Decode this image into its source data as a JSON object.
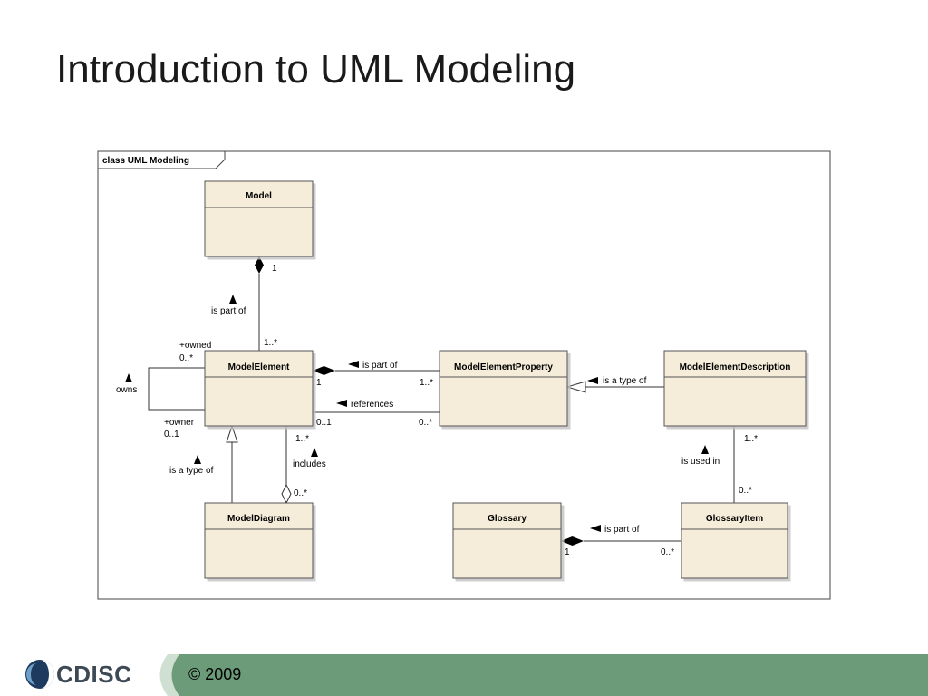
{
  "slide": {
    "title": "Introduction to UML Modeling"
  },
  "diagram": {
    "frame_label": "class UML Modeling",
    "colors": {
      "class_fill": "#f5ecd9",
      "border": "#555555",
      "shadow": "#b0b0b0"
    },
    "classes": [
      {
        "id": "model",
        "name": "Model"
      },
      {
        "id": "model-element",
        "name": "ModelElement"
      },
      {
        "id": "model-element-property",
        "name": "ModelElementProperty"
      },
      {
        "id": "model-element-description",
        "name": "ModelElementDescription"
      },
      {
        "id": "model-diagram",
        "name": "ModelDiagram"
      },
      {
        "id": "glossary",
        "name": "Glossary"
      },
      {
        "id": "glossary-item",
        "name": "GlossaryItem"
      }
    ],
    "relationships": {
      "model_element_part_of_model": {
        "label": "is part of",
        "end_model": "1",
        "end_element": "1..*"
      },
      "owns": {
        "label": "owns",
        "owned_role": "+owned",
        "owned_mult": "0..*",
        "owner_role": "+owner",
        "owner_mult": "0..1"
      },
      "property_part_of_element": {
        "label": "is part of",
        "end_element": "1",
        "end_property": "1..*"
      },
      "references": {
        "label": "references",
        "end_element": "0..1",
        "end_property": "0..*"
      },
      "description_type_of_property": {
        "label": "is a type of"
      },
      "diagram_type_of_element": {
        "label": "is a type of"
      },
      "includes": {
        "label": "includes",
        "end_element": "1..*",
        "end_diagram": "0..*"
      },
      "used_in": {
        "label": "is used in",
        "end_description": "1..*",
        "end_item": "0..*"
      },
      "item_part_of_glossary": {
        "label": "is part of",
        "end_glossary": "1",
        "end_item": "0..*"
      }
    }
  },
  "footer": {
    "copyright": "© 2009",
    "logo_text": "CDISC",
    "logo_mark": "cdisc-logo-mark"
  }
}
